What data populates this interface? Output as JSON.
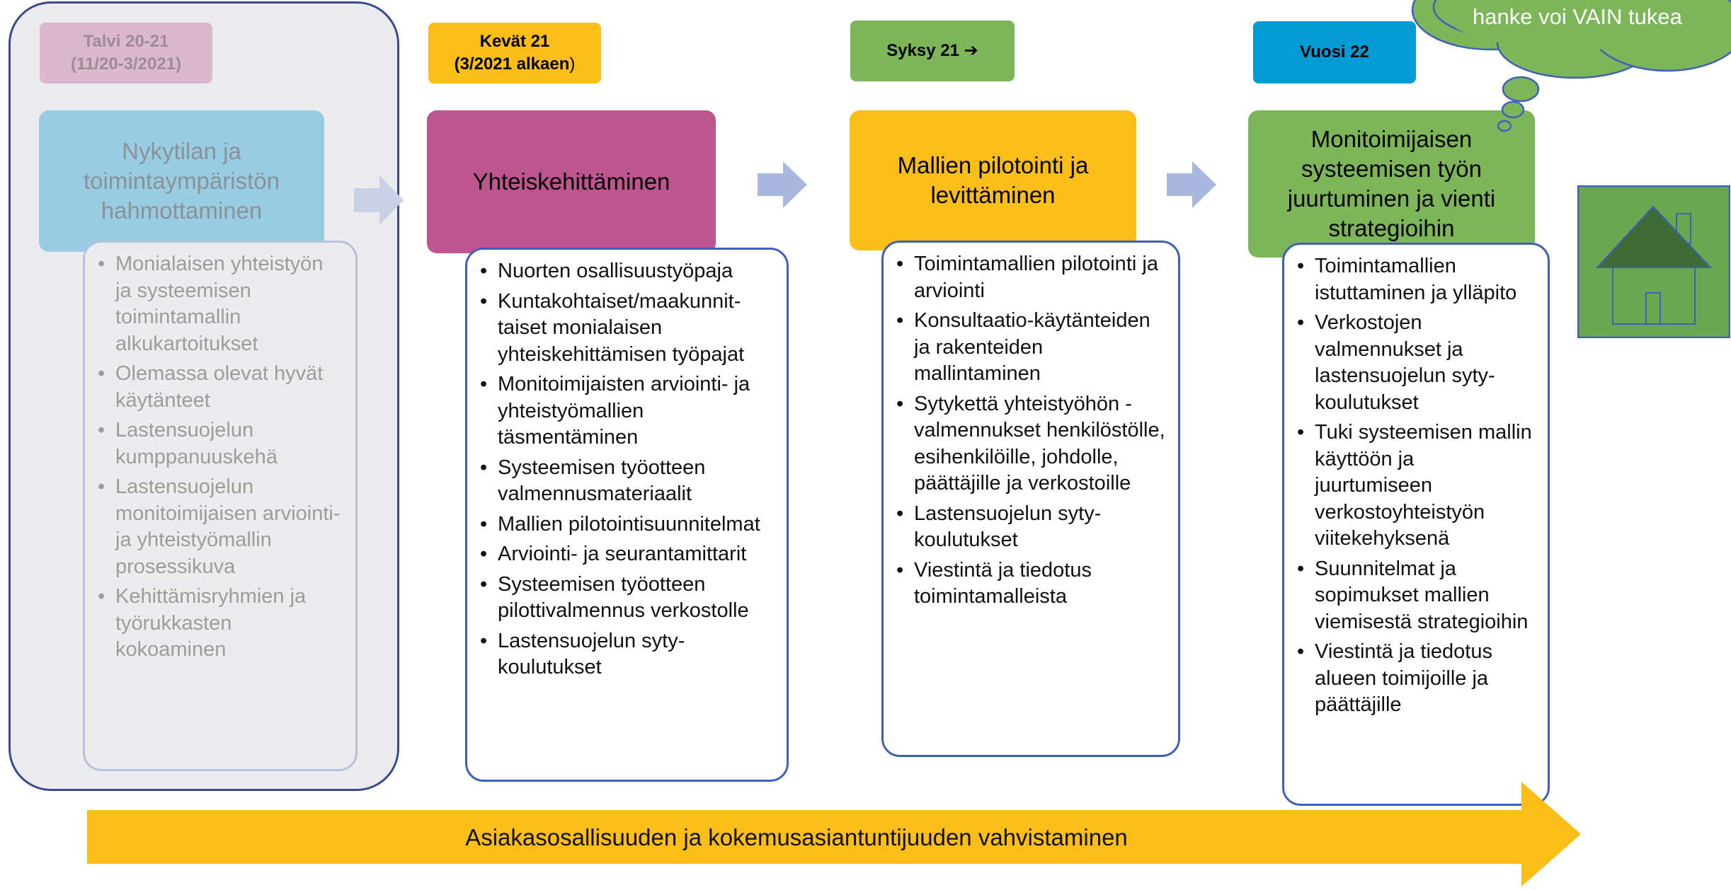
{
  "phases": {
    "winter": {
      "tag": "Talvi 20-21\n(11/20-3/2021)",
      "heading": "Nykytilan ja toimintaympäristön hahmottaminen",
      "items": [
        "Monialaisen yhteistyön ja systeemisen toimintamallin alkukartoitukset",
        "Olemassa olevat hyvät käytänteet",
        "Lastensuojelun kumppanuuskehä",
        "Lastensuojelun monitoimijaisen arviointi- ja yhteistyömallin prosessikuva",
        "Kehittämisryhmien ja työrukkasten kokoaminen"
      ],
      "colors": {
        "tag": "#dcb8cf",
        "heading": "#98cce2"
      }
    },
    "spring": {
      "tag_bold": "Kevät 21\n(3/2021 alkaen",
      "tag_suffix": ")",
      "heading": "Yhteiskehittäminen",
      "items": [
        "Nuorten osallisuustyöpaja",
        "Kuntakohtaiset/maakunnit-taiset monialaisen yhteiskehittämisen työpajat",
        "Monitoimijaisten arviointi- ja yhteistyömallien täsmentäminen",
        "Systeemisen työotteen valmennusmateriaalit",
        "Mallien pilotointisuunnitelmat",
        "Arviointi- ja seurantamittarit",
        "Systeemisen työotteen pilottivalmennus verkostolle",
        "Lastensuojelun syty-koulutukset"
      ],
      "colors": {
        "tag": "#fbbd18",
        "heading": "#be5590"
      }
    },
    "autumn": {
      "tag": "Syksy 21 ➔",
      "heading": "Mallien pilotointi ja levittäminen",
      "items": [
        "Toimintamallien pilotointi ja arviointi",
        "Konsultaatio-käytänteiden ja rakenteiden mallintaminen",
        "Sytykettä yhteistyöhön -valmennukset henkilöstölle, esihenkilöille, johdolle, päättäjille ja verkostoille",
        "Lastensuojelun syty-koulutukset",
        "Viestintä ja tiedotus toimintamalleista"
      ],
      "colors": {
        "tag": "#7db659",
        "heading": "#fbbd18"
      }
    },
    "year": {
      "tag": "Vuosi 22",
      "heading": "Monitoimijaisen systeemisen työn juurtuminen ja vienti strategioihin",
      "items": [
        "Toimintamallien istuttaminen ja ylläpito",
        "Verkostojen valmennukset ja lastensuojelun syty-koulutukset",
        "Tuki systeemisen mallin käyttöön ja juurtumiseen verkostoyhteistyön viitekehyksenä",
        "Suunnitelmat ja sopimukset mallien viemisestä strategioihin",
        "Viestintä ja tiedotus alueen toimijoille ja päättäjille"
      ],
      "colors": {
        "tag": "#039bd5",
        "heading": "#7db659"
      }
    }
  },
  "cloud": {
    "text": "hanke voi VAIN tukea",
    "color": "#7db659"
  },
  "bottom_arrow": {
    "label": "Asiakasosallisuuden ja kokemusasiantuntijuuden vahvistaminen",
    "color": "#fbbd18"
  },
  "house_icon": {
    "name": "house-icon",
    "background": "#6aa84f",
    "roof": "#3f6b35"
  }
}
